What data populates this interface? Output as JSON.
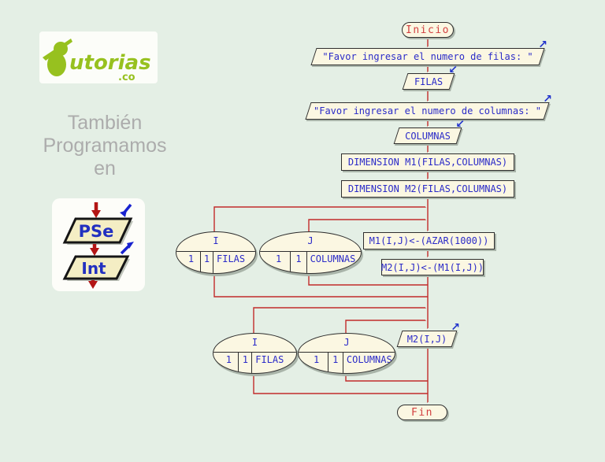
{
  "page": {
    "bg": "#E4EFE5",
    "kind": "flowchart tutorial graphic"
  },
  "colors": {
    "node_fill": "#FBF7E2",
    "node_border": "#2E2E2E",
    "flow_line": "#C22B2B",
    "node_text_blue": "#2B2BC8",
    "terminator_text_red": "#D24040",
    "brand_green": "#97C11F",
    "tagline_gray": "#ACACAC",
    "shadow": "#A9B4A9"
  },
  "sidebar": {
    "logo": {
      "brand": "utorias",
      "tld": ".co"
    },
    "tagline": [
      "También",
      "Programamos",
      "en"
    ],
    "pseint": {
      "top": "PSe",
      "bottom": "Int"
    }
  },
  "icons": {
    "output_glyph": "↗",
    "input_glyph": "↙"
  },
  "flowchart": {
    "nodes": {
      "inicio": "Inicio",
      "prompt_filas": "\"Favor ingresar el numero de filas: \"",
      "input_filas": "FILAS",
      "prompt_columnas": "\"Favor ingresar el numero de columnas: \"",
      "input_columnas": "COLUMNAS",
      "dim_m1": "DIMENSION M1(FILAS,COLUMNAS)",
      "dim_m2": "DIMENSION M2(FILAS,COLUMNAS)",
      "assign_m1": "M1(I,J)<-(AZAR(1000))",
      "assign_m2": "M2(I,J)<-(M1(I,J))",
      "output_m2": "M2(I,J)",
      "fin": "Fin"
    },
    "loops": [
      {
        "var": "I",
        "from": "1",
        "step": "1",
        "to": "FILAS"
      },
      {
        "var": "J",
        "from": "1",
        "step": "1",
        "to": "COLUMNAS"
      },
      {
        "var": "I",
        "from": "1",
        "step": "1",
        "to": "FILAS"
      },
      {
        "var": "J",
        "from": "1",
        "step": "1",
        "to": "COLUMNAS"
      }
    ],
    "edges": [
      "inicio -> prompt_filas",
      "prompt_filas -> input_filas",
      "input_filas -> prompt_columnas",
      "prompt_columnas -> input_columnas",
      "input_columnas -> dim_m1",
      "dim_m1 -> dim_m2",
      "dim_m2 -> loop1_I -> loop1_J -> assign_m1",
      "assign_m1 -> assign_m2",
      "assign_m2 -> loop1_J(return) -> loop1_I(return)",
      "-> loop2_I -> loop2_J -> output_m2",
      "output_m2 -> loop2_J(return) -> loop2_I(return)",
      "-> fin"
    ]
  }
}
